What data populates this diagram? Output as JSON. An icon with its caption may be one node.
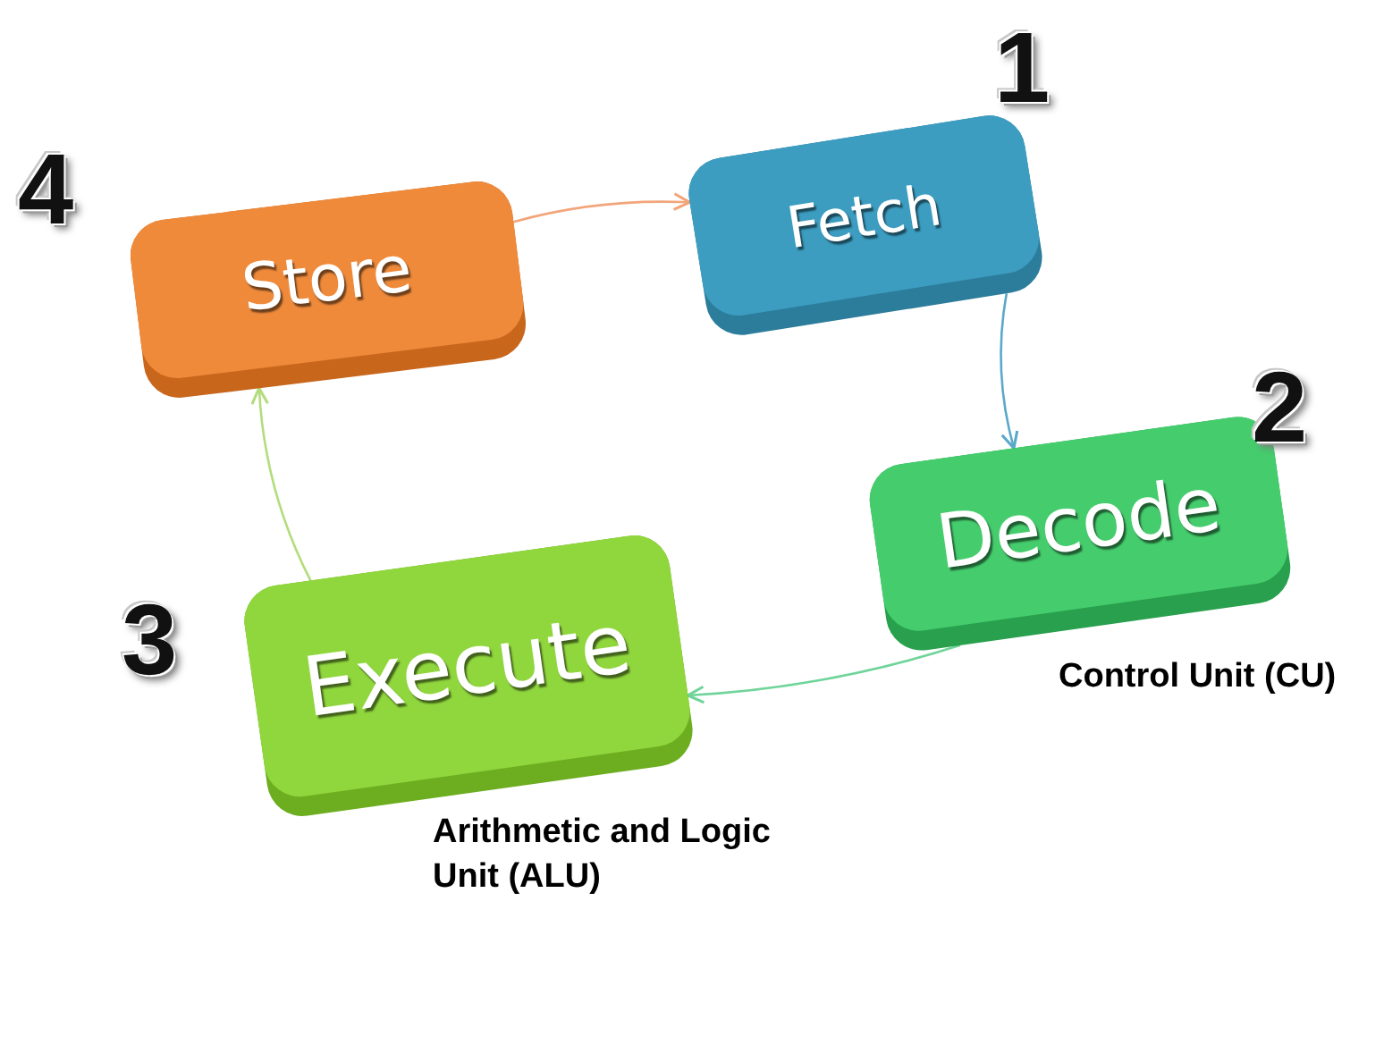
{
  "diagram": {
    "nodes": [
      {
        "text": [
          "Fetch"
        ],
        "beside": [
          "1"
        ]
      },
      {
        "text": [
          "Decode"
        ],
        "beside": [
          "2",
          "Control Unit (CU)"
        ]
      },
      {
        "text": [
          "Execute"
        ],
        "beside": [
          "3",
          "Arithmetic and Logic Unit (ALU)"
        ]
      },
      {
        "text": [
          "Store"
        ],
        "beside": [
          "4"
        ]
      }
    ],
    "edges": [
      {
        "from": 0,
        "to": 1,
        "arrow": "to",
        "color": "#5aa9c9"
      },
      {
        "from": 1,
        "to": 2,
        "arrow": "to",
        "color": "#6fd49a"
      },
      {
        "from": 2,
        "to": 3,
        "arrow": "to",
        "color": "#b3dc7c"
      },
      {
        "from": 3,
        "to": 0,
        "arrow": "to",
        "color": "#f2a57a"
      }
    ]
  }
}
